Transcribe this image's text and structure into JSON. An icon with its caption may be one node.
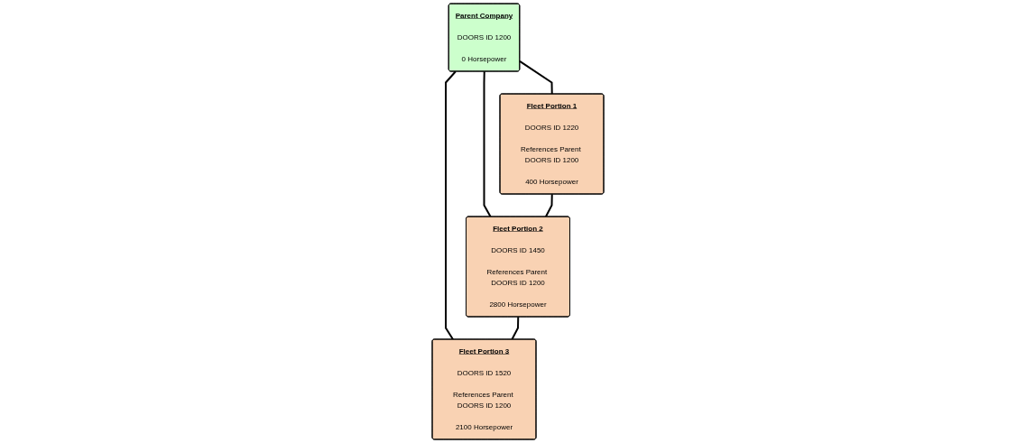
{
  "diagram": {
    "nodes": [
      {
        "text": [
          "Parent Company",
          "DOORS ID 1200",
          "0 Horsepower"
        ]
      },
      {
        "text": [
          "Fleet Portion 1",
          "DOORS ID 1220",
          "References Parent DOORS ID 1200",
          "400 Horsepower"
        ]
      },
      {
        "text": [
          "Fleet Portion 2",
          "DOORS ID 1450",
          "References Parent DOORS ID 1200",
          "2800 Horsepower"
        ]
      },
      {
        "text": [
          "Fleet Portion 3",
          "DOORS ID 1520",
          "References Parent DOORS ID 1200",
          "2100 Horsepower"
        ]
      }
    ],
    "edges": [
      {
        "from": 0,
        "to": 1,
        "arrow": "none"
      },
      {
        "from": 0,
        "to": 2,
        "arrow": "none"
      },
      {
        "from": 0,
        "to": 3,
        "arrow": "none"
      },
      {
        "from": 1,
        "to": 2,
        "arrow": "none"
      },
      {
        "from": 2,
        "to": 3,
        "arrow": "none"
      }
    ]
  }
}
